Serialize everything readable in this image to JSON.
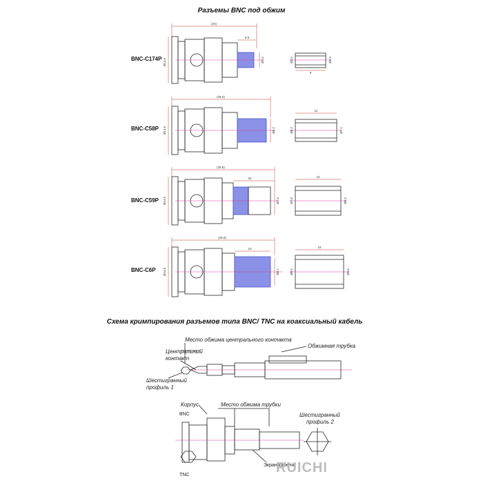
{
  "header": {
    "title": "Разъемы BNC под обжим"
  },
  "connectors": [
    {
      "model": "BNC-C174P",
      "overall_length": "(24)",
      "tail_length": "6.5",
      "tail_diameter": "Ø3.5",
      "body_diameter": "Ø14.5",
      "tube_length": "9",
      "tube_inner_diameter": "Ø3.5",
      "tube_outer_diameter": "Ø3.9"
    },
    {
      "model": "BNC-C58P",
      "overall_length": "(26.6)",
      "tail_length": "",
      "tail_diameter": "Ø6.2",
      "body_diameter": "Ø14.5",
      "tube_length": "12",
      "tube_inner_diameter": "Ø6.2",
      "tube_outer_diameter": "Ø7.1"
    },
    {
      "model": "BNC-C59P",
      "overall_length": "(28.6)",
      "tail_length": "16",
      "tail_diameter": "Ø7.5",
      "body_diameter": "Ø14.5",
      "tube_length": "14",
      "tube_inner_diameter": "Ø7.8",
      "tube_outer_diameter": "Ø8.5"
    },
    {
      "model": "BNC-C6P",
      "overall_length": "(28.6)",
      "tail_length": "10",
      "tail_diameter": "Ø8.1",
      "body_diameter": "Ø14.5",
      "tube_length": "16",
      "tube_inner_diameter": "Ø8.5",
      "tube_outer_diameter": "Ø9.6"
    }
  ],
  "scheme": {
    "title": "Схема кримпирования разъемов типа BNC/ TNC на коаксиальный кабель",
    "labels": {
      "center_crimp_place": "Место обжима центрального контакта",
      "crimp_sleeve": "Обжимная трубка",
      "center_contact_line1": "Центральный",
      "center_contact_line2": "контакт",
      "hex_profile_1_line1": "Шестигранный",
      "hex_profile_1_line2": "профиль 1",
      "body": "Корпус",
      "sleeve_crimp_place": "Место обжима трубки",
      "bnc": "BNC",
      "tnc": "TNC",
      "hex_profile_2_line1": "Шестигранный",
      "hex_profile_2_line2": "профиль 2",
      "cable_shield": "Экран кабеля"
    }
  },
  "brand": {
    "logo": "RUICHI"
  },
  "colors": {
    "axis": "#d6389a",
    "dimension": "#c0392b",
    "crimp_blue": "#8b91e6",
    "outline": "#222222"
  }
}
